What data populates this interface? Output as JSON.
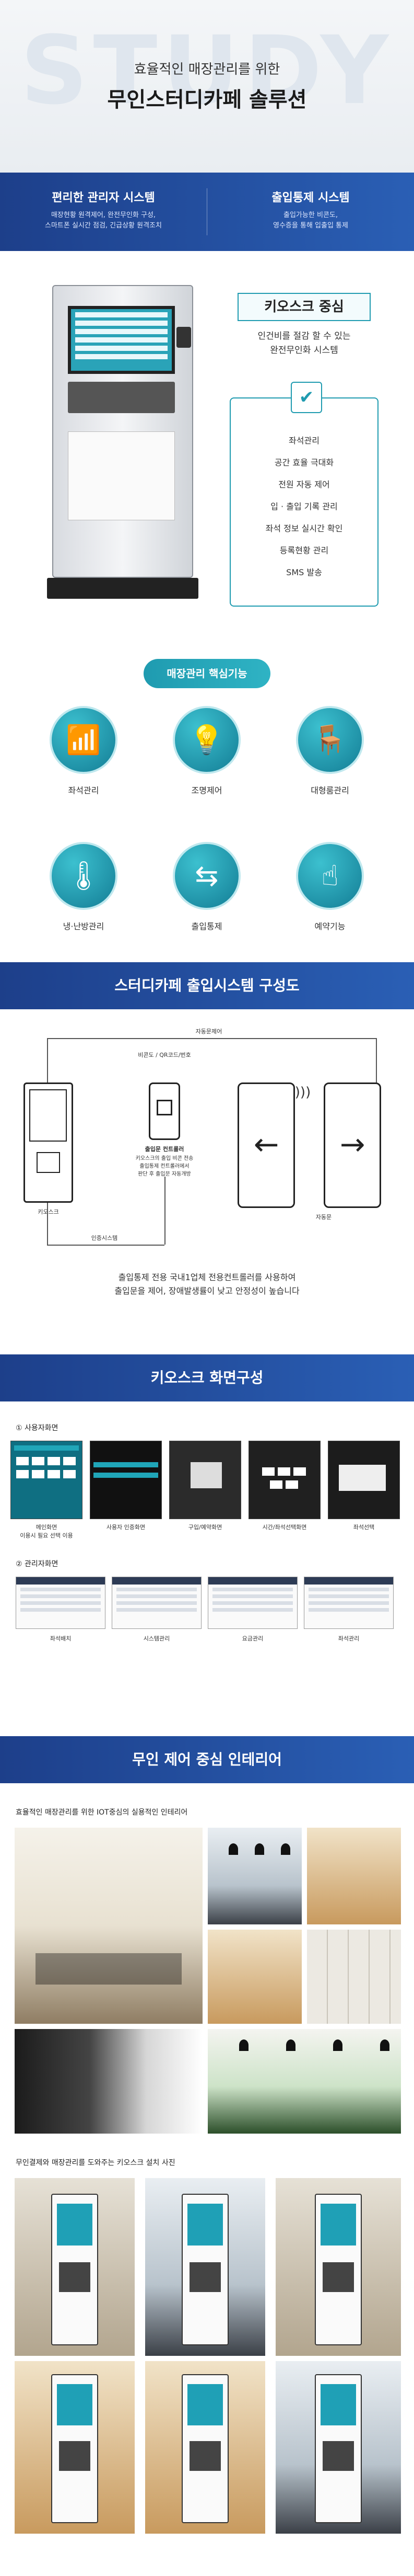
{
  "hero": {
    "bg_word": "STUDY",
    "subtitle": "효율적인 매장관리를 위한",
    "title": "무인스터디카페 솔루션"
  },
  "features": [
    {
      "title": "편리한 관리자 시스템",
      "desc": "매장현황 원격제어, 완전무인화 구성,\n스마트폰 실시간 점검, 긴급상황 원격조치"
    },
    {
      "title": "출입통제 시스템",
      "desc": "출입가능한 비콘도,\n영수증을 통해 입출입 통제"
    }
  ],
  "kiosk": {
    "badge": "키오스크 중심",
    "subtitle_line1": "인건비를 절감 할 수 있는",
    "subtitle_line2": "완전무인화 시스템",
    "check_icon": "check-icon",
    "items": [
      "좌석관리",
      "공간 효율 극대화",
      "전원 자동 제어",
      "입 · 출입 기록 관리",
      "좌석 정보 실시간 확인",
      "등록현황 관리",
      "SMS 발송"
    ]
  },
  "core": {
    "pill": "매장관리 핵심기능",
    "items": [
      {
        "label": "좌석관리",
        "icon": "wifi-seat-icon",
        "glyph": "📶"
      },
      {
        "label": "조명제어",
        "icon": "bulb-icon",
        "glyph": "💡"
      },
      {
        "label": "대형룸관리",
        "icon": "room-icon",
        "glyph": "🪑"
      },
      {
        "label": "냉·난방관리",
        "icon": "thermometer-icon",
        "glyph": "🌡"
      },
      {
        "label": "출입통제",
        "icon": "door-icon",
        "glyph": "⇆"
      },
      {
        "label": "예약기능",
        "icon": "touch-icon",
        "glyph": "☝"
      }
    ]
  },
  "access": {
    "bar": "스터디카페 출입시스템 구성도",
    "label_auto": "자동문제어",
    "label_beacon": "비콘도 / QR코드/번호",
    "ctrl_text": "출입문 컨트롤러",
    "ctrl_lines": "키오스크의 출입 비콘 전송\n출입통제 컨트롤러에서\n판단 후 출입문 자동개방",
    "label_kiosk": "키오스크",
    "label_door": "자동문",
    "label_access": "인증시스템",
    "caption_line1": "출입통제 전용 국내1업체 전용컨트롤러를 사용하여",
    "caption_line2": "출입문을 제어, 장애발생률이 낮고 안정성이 높습니다"
  },
  "screens": {
    "bar": "키오스크 화면구성",
    "user_title": "① 사용자화면",
    "user_labels": [
      "메인화면\n이용시 필요 선택 이용",
      "사용자 인증화면",
      "구입/예약화면",
      "시간/좌석선택화면",
      "좌석선택"
    ],
    "admin_title": "② 관리자화면",
    "admin_labels": [
      "좌석배치",
      "시스템관리",
      "요금관리",
      "좌석관리"
    ]
  },
  "interior": {
    "bar": "무인 제어 중심 인테리어",
    "caption1": "효율적인 매장관리를 위한 IOT중심의 실용적인 인테리어",
    "caption2": "무인결제와 매장관리를 도와주는 키오스크 설치 사진"
  },
  "colors": {
    "accent": "#1f9bb0",
    "navy": "#1d3f8a"
  }
}
